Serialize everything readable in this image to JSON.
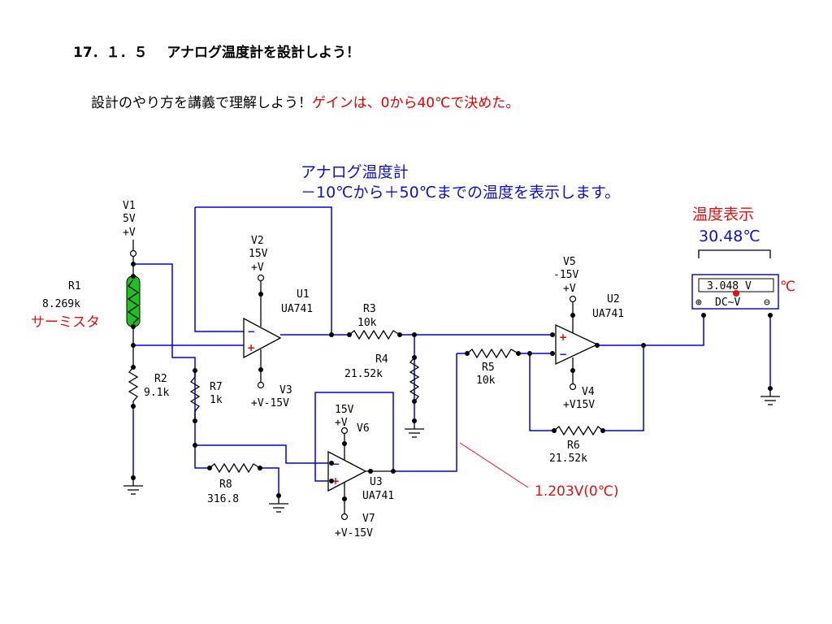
{
  "heading": {
    "number": "17．１．５",
    "title": "アナログ温度計を設計しよう！"
  },
  "intro": {
    "text": "設計のやり方を講義で理解しよう！",
    "highlight": "ゲインは、0から40℃で決めた。"
  },
  "diagram": {
    "title_line1": "アナログ温度計",
    "title_line2": "－10℃から＋50℃までの温度を表示します。",
    "display_label": "温度表示",
    "display_value": "30.48℃",
    "meter": {
      "reading": "3.048 V",
      "unit": "℃",
      "plus": "⊕",
      "mode": "DC~V",
      "minus": "⊖"
    },
    "annotation_voltage": "1.203V(0℃)",
    "thermistor_label": "サーミスタ",
    "sources": {
      "v1": {
        "name": "V1",
        "value": "5V",
        "terminal": "+V"
      },
      "v2": {
        "name": "V2",
        "value": "15V",
        "terminal": "+V"
      },
      "v3": {
        "name": "V3",
        "value": "+V-15V"
      },
      "v4": {
        "name": "V4",
        "value": "+V15V"
      },
      "v5": {
        "name": "V5",
        "value": "-15V",
        "terminal": "+V"
      },
      "v6": {
        "name": "V6",
        "value": "15V",
        "terminal": "+V"
      },
      "v7": {
        "name": "V7",
        "value": "+V-15V"
      }
    },
    "opamps": {
      "u1": {
        "name": "U1",
        "model": "UA741"
      },
      "u2": {
        "name": "U2",
        "model": "UA741"
      },
      "u3": {
        "name": "U3",
        "model": "UA741"
      }
    },
    "resistors": {
      "r1": {
        "name": "R1",
        "value": "8.269k"
      },
      "r2": {
        "name": "R2",
        "value": "9.1k"
      },
      "r3": {
        "name": "R3",
        "value": "10k"
      },
      "r4": {
        "name": "R4",
        "value": "21.52k"
      },
      "r5": {
        "name": "R5",
        "value": "10k"
      },
      "r6": {
        "name": "R6",
        "value": "21.52k"
      },
      "r7": {
        "name": "R7",
        "value": "1k"
      },
      "r8": {
        "name": "R8",
        "value": "316.8"
      }
    },
    "colors": {
      "wire": "#0000e0",
      "annotation": "#e01010",
      "title": "#1010c0",
      "thermistor": "#20c020"
    }
  }
}
